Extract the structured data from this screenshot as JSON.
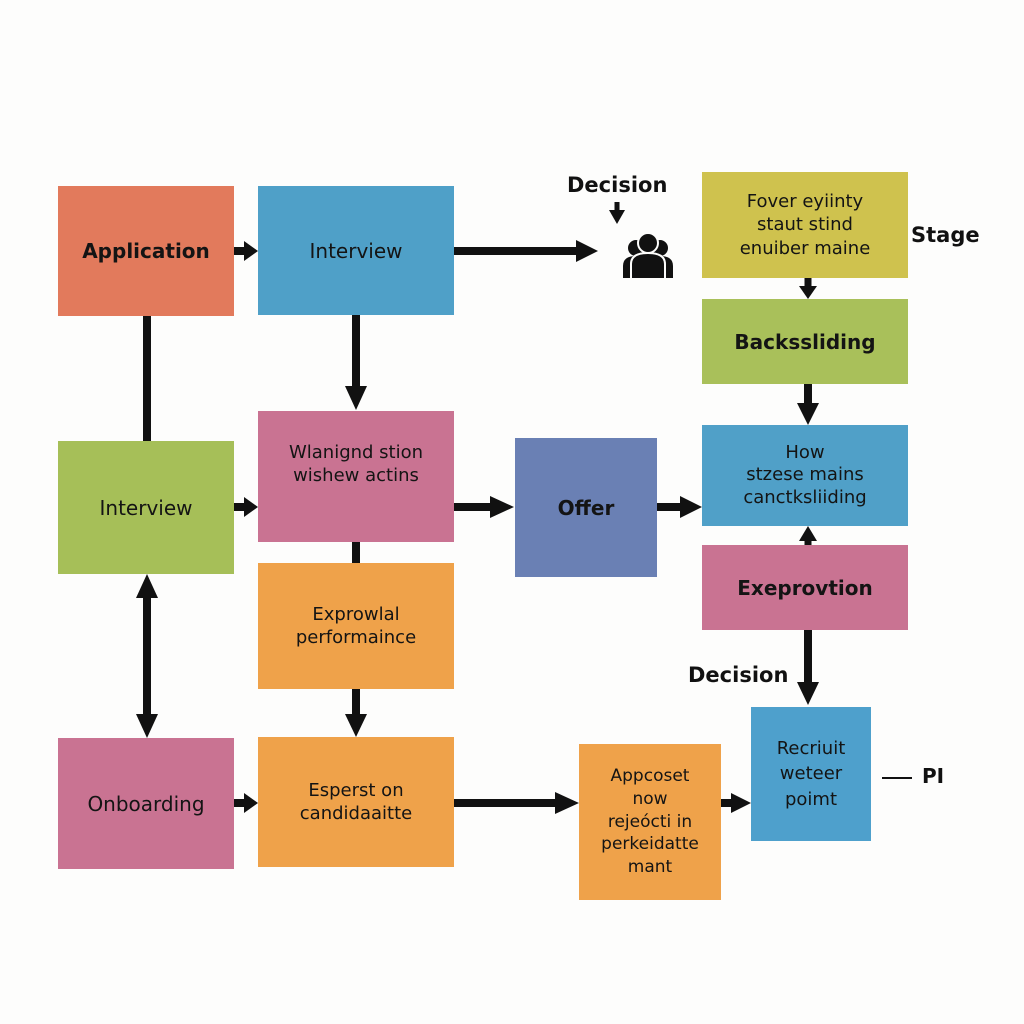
{
  "diagram": {
    "nodes": {
      "application": {
        "label": "Application",
        "color": "#E27A5C"
      },
      "interview_top": {
        "label": "Interview",
        "color": "#4FA0C8"
      },
      "yellow_stage": {
        "label": "Fover eyiinty\nstaut stind\nenuiber maine",
        "color": "#CFC24E"
      },
      "backssliding": {
        "label": "Backssliding",
        "color": "#A9C05A"
      },
      "how": {
        "label": "How\nstzese mains\ncanctksliiding",
        "color": "#50A0C8"
      },
      "exeprovtion": {
        "label": "Exeprovtion",
        "color": "#C97392"
      },
      "recruit": {
        "label": "Recriuit\nweteer\npoimt",
        "color": "#4EA0CC"
      },
      "interview_green": {
        "label": "Interview",
        "color": "#A6BF58"
      },
      "wlanignd": {
        "label": "Wlanignd stion\nwishew actins",
        "color": "#C97392"
      },
      "offer": {
        "label": "Offer",
        "color": "#6A80B4"
      },
      "exprowlal": {
        "label": "Exprowlal\nperformaince",
        "color": "#EFA24A"
      },
      "onboarding": {
        "label": "Onboarding",
        "color": "#C97392"
      },
      "esperst": {
        "label": "Esperst on\ncandidaaitte",
        "color": "#EFA24A"
      },
      "appcoset": {
        "label": "Appcoset\nnow\nrejeócti in\nperkeidatte\nmant",
        "color": "#EFA24A"
      }
    },
    "labels": {
      "decision_top": "Decision",
      "stage": "Stage",
      "decision_bottom": "Decision",
      "pi": "PI"
    },
    "icons": {
      "person_group": "user-group-icon"
    },
    "edge_color": "#111111"
  }
}
